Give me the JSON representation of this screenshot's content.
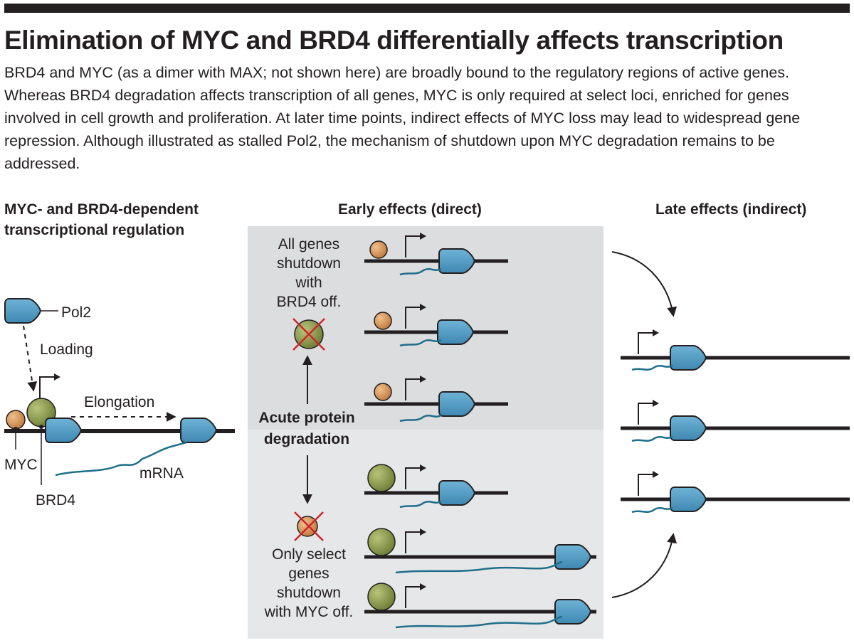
{
  "title": "Elimination of MYC and BRD4 differentially affects transcription",
  "intro": "BRD4 and MYC (as a dimer with MAX; not shown here) are broadly bound to the regulatory regions of active genes. Whereas BRD4 degradation affects transcription of all genes, MYC is only required at select loci, enriched for genes involved in cell growth and proliferation. At later time points, indirect effects of MYC loss may lead to widespread gene repression. Although illustrated as stalled Pol2, the mechanism of shutdown upon MYC degradation remains to be addressed.",
  "sections": {
    "left_heading_1": "MYC- and BRD4-dependent",
    "left_heading_2": "transcriptional regulation",
    "middle_heading": "Early effects (direct)",
    "right_heading": "Late effects (indirect)"
  },
  "left_labels": {
    "pol2": "Pol2",
    "loading": "Loading",
    "elongation": "Elongation",
    "myc": "MYC",
    "brd4": "BRD4",
    "mrna": "mRNA"
  },
  "middle_labels": {
    "brd4_line1": "All genes",
    "brd4_line2": "shutdown",
    "brd4_line3": "with",
    "brd4_line4": "BRD4 off.",
    "center_line1": "Acute protein",
    "center_line2": "degradation",
    "myc_line1": "Only select",
    "myc_line2": "genes",
    "myc_line3": "shutdown",
    "myc_line4": "with MYC off."
  },
  "colors": {
    "ink": "#231f20",
    "panel_top": "#dcdddf",
    "panel_bottom": "#e6e7e8",
    "pol2_blue": "#4f9cc4",
    "myc_orange": "#d99a5f",
    "brd4_green": "#8a9a4e",
    "mrna_teal": "#1f6f8b",
    "cross_red": "#d2232a"
  },
  "icons": [
    "pol2-icon",
    "myc-icon",
    "brd4-icon",
    "tss-arrow-icon",
    "cross-icon"
  ]
}
